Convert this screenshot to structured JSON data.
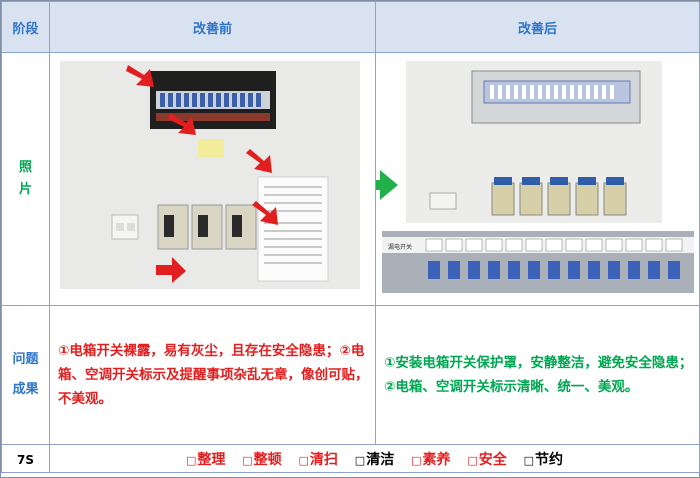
{
  "header": {
    "stage": "阶段",
    "before": "改善前",
    "after": "改善后"
  },
  "photo_row": {
    "label_line1": "照",
    "label_line2": "片",
    "after_panel_label": "漏电开关"
  },
  "issue_row": {
    "label_line1": "问题",
    "label_line2": "成果",
    "before_text": "①电箱开关裸露，易有灰尘，且存在安全隐患；②电箱、空调开关标示及提醒事项杂乱无章，像创可贴，不美观。",
    "after_text": "①安装电箱开关保护罩，安静整洁，避免安全隐患；②电箱、空调开关标示清晰、统一、美观。"
  },
  "seven_s": {
    "label": "7S",
    "items": [
      {
        "mark": "□",
        "text": "整理",
        "color": "#e31e1e"
      },
      {
        "mark": "□",
        "text": "整顿",
        "color": "#e31e1e"
      },
      {
        "mark": "□",
        "text": "清扫",
        "color": "#e31e1e"
      },
      {
        "mark": "□",
        "text": "清洁",
        "color": "#000000"
      },
      {
        "mark": "□",
        "text": "素养",
        "color": "#e31e1e"
      },
      {
        "mark": "□",
        "text": "安全",
        "color": "#e31e1e"
      },
      {
        "mark": "□",
        "text": "节约",
        "color": "#000000"
      }
    ]
  },
  "colors": {
    "header_bg": "#d9e2f1",
    "header_text": "#2e74c9",
    "red": "#e31e1e",
    "green": "#00a651",
    "border": "#8da3c8"
  }
}
